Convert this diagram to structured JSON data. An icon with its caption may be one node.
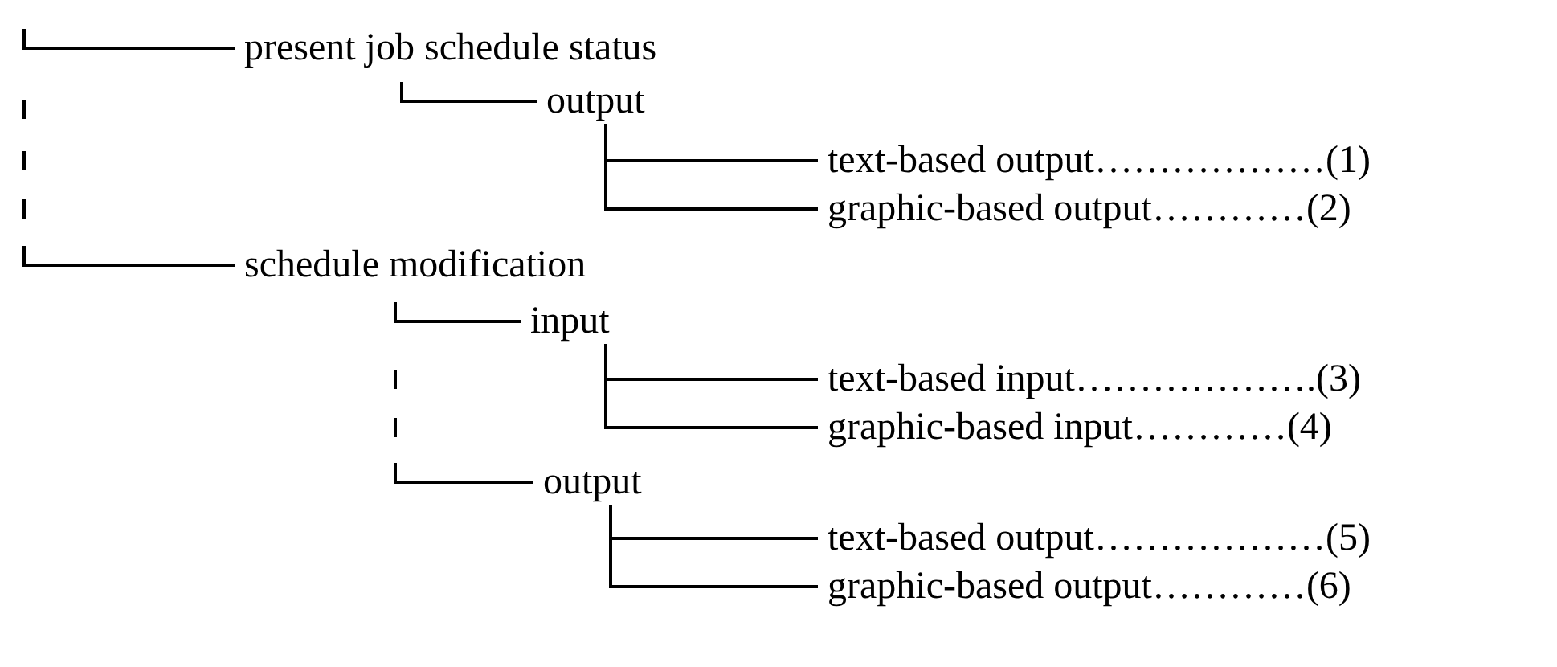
{
  "diagram": {
    "nodes": [
      {
        "text": [
          "present job schedule status"
        ]
      },
      {
        "text": [
          "output"
        ]
      },
      {
        "text": [
          "text-based output………………(1)"
        ]
      },
      {
        "text": [
          "graphic-based output…………(2)"
        ]
      },
      {
        "text": [
          "schedule modification"
        ]
      },
      {
        "text": [
          "input"
        ]
      },
      {
        "text": [
          "text-based input……………….(3)"
        ]
      },
      {
        "text": [
          "graphic-based input…………(4)"
        ]
      },
      {
        "text": [
          "output"
        ]
      },
      {
        "text": [
          "text-based output………………(5)"
        ]
      },
      {
        "text": [
          "graphic-based output…………(6)"
        ]
      }
    ],
    "edges": [
      {
        "from": null,
        "to": 0,
        "arrow": "none",
        "style": "dashed"
      },
      {
        "from": null,
        "to": 4,
        "arrow": "none",
        "style": "dashed"
      },
      {
        "from": 0,
        "to": 1,
        "arrow": "none",
        "style": "dashed"
      },
      {
        "from": 1,
        "to": 2,
        "arrow": "none"
      },
      {
        "from": 1,
        "to": 3,
        "arrow": "none"
      },
      {
        "from": 4,
        "to": 5,
        "arrow": "none",
        "style": "dashed"
      },
      {
        "from": 5,
        "to": 6,
        "arrow": "none"
      },
      {
        "from": 5,
        "to": 7,
        "arrow": "none"
      },
      {
        "from": 4,
        "to": 8,
        "arrow": "none",
        "style": "dashed"
      },
      {
        "from": 8,
        "to": 9,
        "arrow": "none"
      },
      {
        "from": 8,
        "to": 10,
        "arrow": "none"
      }
    ]
  }
}
